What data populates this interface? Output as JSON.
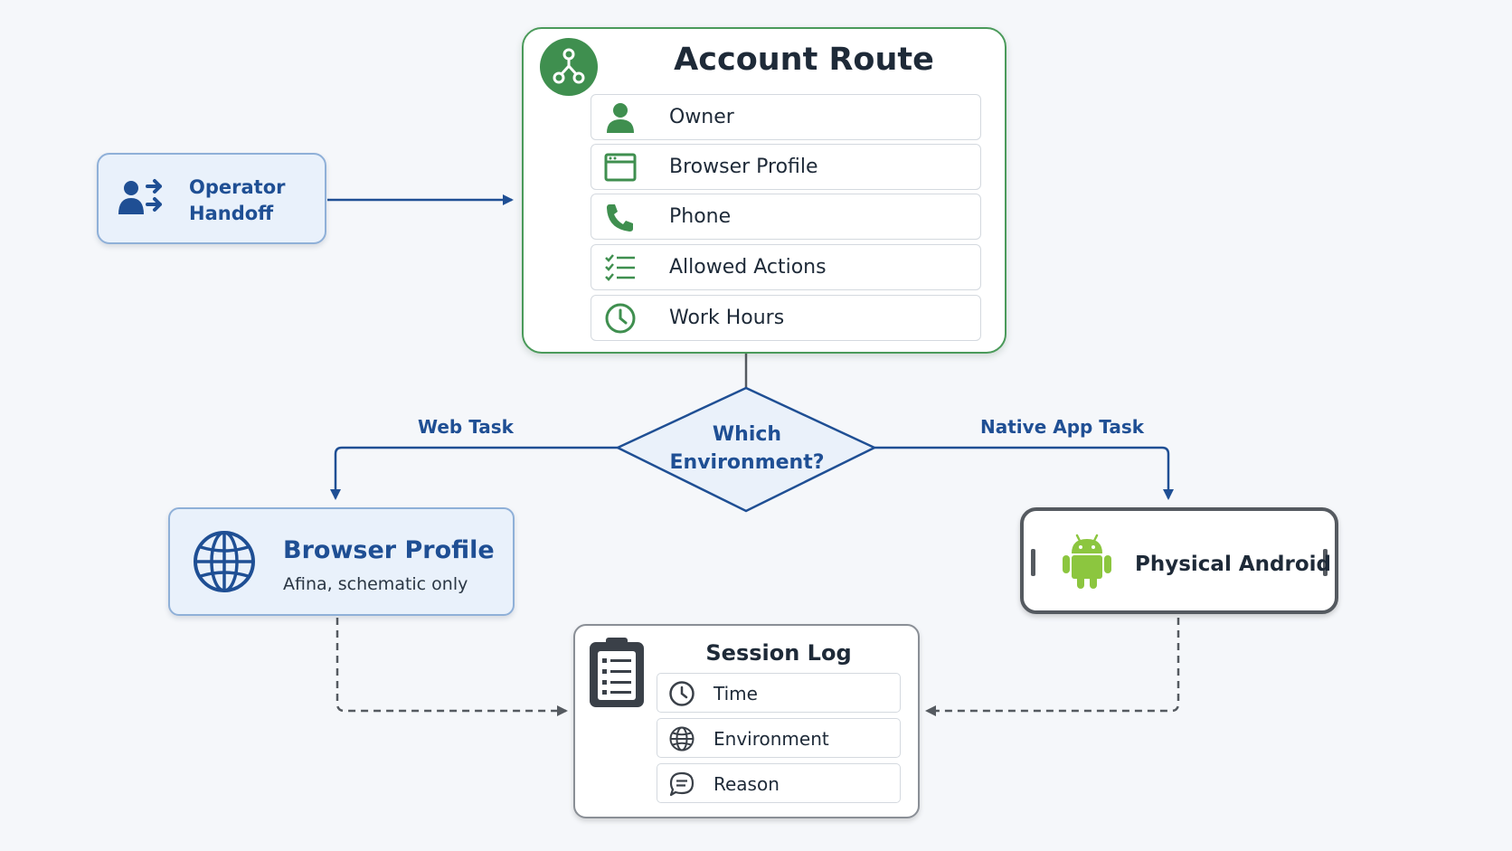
{
  "colors": {
    "accent_blue": "#1f4f94",
    "accent_green": "#3f8f4f",
    "android_green": "#8cc63f",
    "neutral_gray": "#555a60"
  },
  "handoff": {
    "line1": "Operator",
    "line2": "Handoff",
    "icon": "user-transfer-icon"
  },
  "account_route": {
    "title": "Account Route",
    "icon": "route-hub-icon",
    "rows": [
      {
        "label": "Owner",
        "icon": "person-icon"
      },
      {
        "label": "Browser Profile",
        "icon": "browser-window-icon"
      },
      {
        "label": "Phone",
        "icon": "phone-icon"
      },
      {
        "label": "Allowed Actions",
        "icon": "checklist-icon"
      },
      {
        "label": "Work Hours",
        "icon": "clock-icon"
      }
    ]
  },
  "decision": {
    "line1": "Which",
    "line2": "Environment?"
  },
  "branches": {
    "left": "Web Task",
    "right": "Native App Task"
  },
  "browser_profile": {
    "title": "Browser Profile",
    "subtitle": "Afina, schematic only",
    "icon": "globe-icon"
  },
  "physical_android": {
    "title": "Physical Android",
    "icon": "android-icon"
  },
  "session_log": {
    "title": "Session Log",
    "icon": "clipboard-icon",
    "rows": [
      {
        "label": "Time",
        "icon": "clock-icon"
      },
      {
        "label": "Environment",
        "icon": "globe-icon"
      },
      {
        "label": "Reason",
        "icon": "chat-bubble-icon"
      }
    ]
  }
}
